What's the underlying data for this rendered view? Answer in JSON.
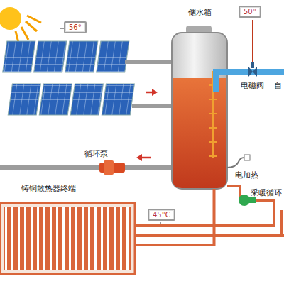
{
  "diagram": {
    "nodes": [
      {
        "text": [
          "56°"
        ]
      },
      {
        "text": [
          "储水箱"
        ]
      },
      {
        "text": [
          "50°"
        ]
      },
      {
        "text": [
          "铸铜散热器终端"
        ]
      },
      {
        "text": [
          "45°C"
        ]
      }
    ],
    "edges": [
      {
        "from": 1,
        "to": 3,
        "arrow": "none"
      }
    ],
    "labels": [
      "电磁阀",
      "自",
      "循环泵",
      "电加热",
      "采暖循环"
    ]
  }
}
